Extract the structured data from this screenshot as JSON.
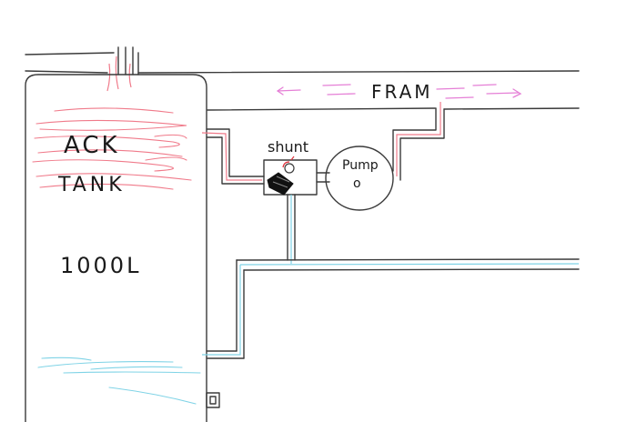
{
  "labels": {
    "tank_line1": "ACK",
    "tank_line2": "TANK",
    "volume": "1000L",
    "shunt": "shunt",
    "pump": "Pump",
    "pump_mark": "o",
    "flow_forward": "FRAM"
  },
  "colors": {
    "ink": "#3a3a3a",
    "hot_water": "#f07a8a",
    "cold_water": "#7fd3e6",
    "flow_arrows": "#e57fd6",
    "background": "#ffffff"
  }
}
